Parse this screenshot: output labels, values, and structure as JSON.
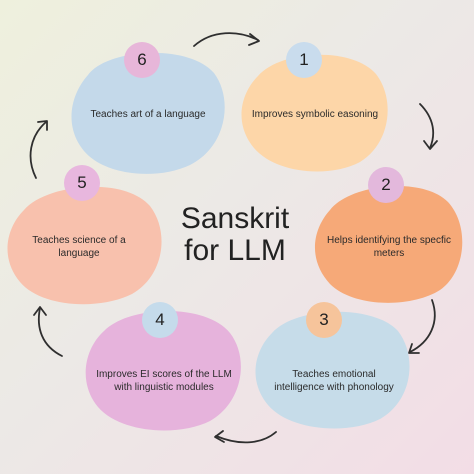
{
  "title": "Sanskrit for LLM",
  "steps": [
    {
      "number": "1",
      "text": "Improves  symbolic easoning"
    },
    {
      "number": "2",
      "text": "Helps identifying the specfic meters"
    },
    {
      "number": "3",
      "text": "Teaches emotional intelligence with phonology"
    },
    {
      "number": "4",
      "text": "Improves EI  scores of the LLM with linguistic modules"
    },
    {
      "number": "5",
      "text": "Teaches science of a language"
    },
    {
      "number": "6",
      "text": "Teaches art of a language"
    }
  ],
  "colors": {
    "blob1": "#fdd6a8",
    "badge1": "#c9dced",
    "blob2": "#f6a978",
    "badge2": "#e3b8dc",
    "blob3": "#c6dce9",
    "badge3": "#f6c49b",
    "blob4": "#e6b3dc",
    "badge4": "#c5dbeb",
    "blob5": "#f8c1ad",
    "badge5": "#e8b7de",
    "blob6": "#c4d9ea",
    "badge6": "#e7b6d9",
    "arrow": "#2f2f2f"
  }
}
